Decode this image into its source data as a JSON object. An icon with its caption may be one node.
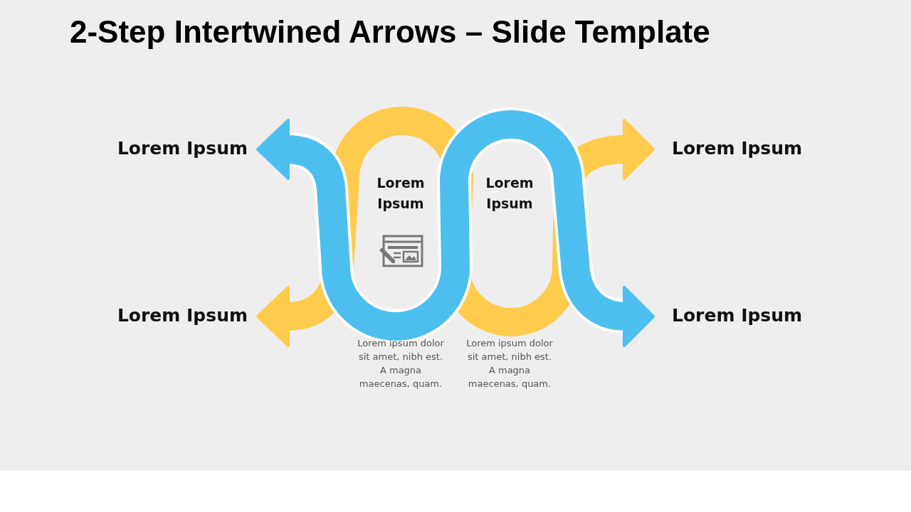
{
  "diagram": {
    "title": "2-Step Intertwined Arrows – Slide Template",
    "nodes": [
      {
        "text": [
          "Lorem Ipsum"
        ]
      },
      {
        "text": [
          "Lorem Ipsum"
        ]
      }
    ],
    "labels": [
      "Lorem Ipsum",
      "Lorem Ipsum",
      "Lorem Ipsum",
      "Lorem Ipsum",
      "Lorem ipsum dolor sit amet, nibh est. A magna maecenas, quam.",
      "Lorem ipsum dolor sit amet, nibh est. A magna maecenas, quam."
    ]
  }
}
